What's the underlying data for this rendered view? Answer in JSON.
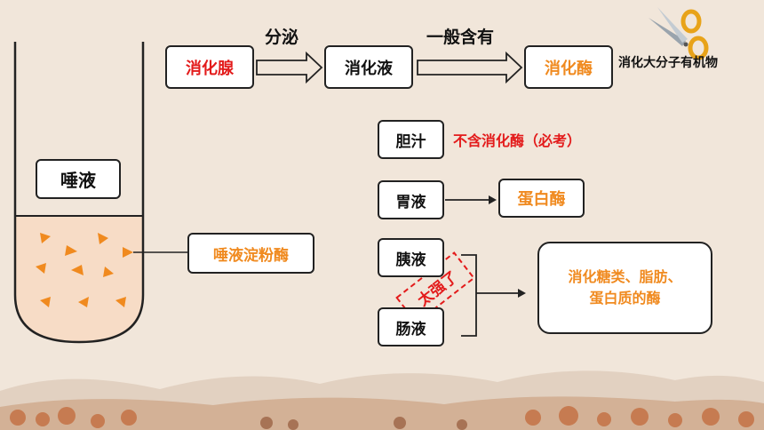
{
  "flow": {
    "gland": "消化腺",
    "secrete": "分泌",
    "juice": "消化液",
    "contains": "一般含有",
    "enzyme": "消化酶",
    "function": "消化大分子有机物"
  },
  "tube": {
    "saliva": "唾液",
    "amylase": "唾液淀粉酶"
  },
  "juices": {
    "bile": "胆汁",
    "bile_note": "不含消化酶（必考）",
    "gastric": "胃液",
    "protease": "蛋白酶",
    "pancreatic": "胰液",
    "intestinal": "肠液",
    "stamp": "太强了",
    "result_line1": "消化糖类、脂肪、",
    "result_line2": "蛋白质的酶"
  },
  "colors": {
    "accent_red": "#e31b1b",
    "accent_orange": "#f08a1f",
    "background": "#f1e6da"
  }
}
